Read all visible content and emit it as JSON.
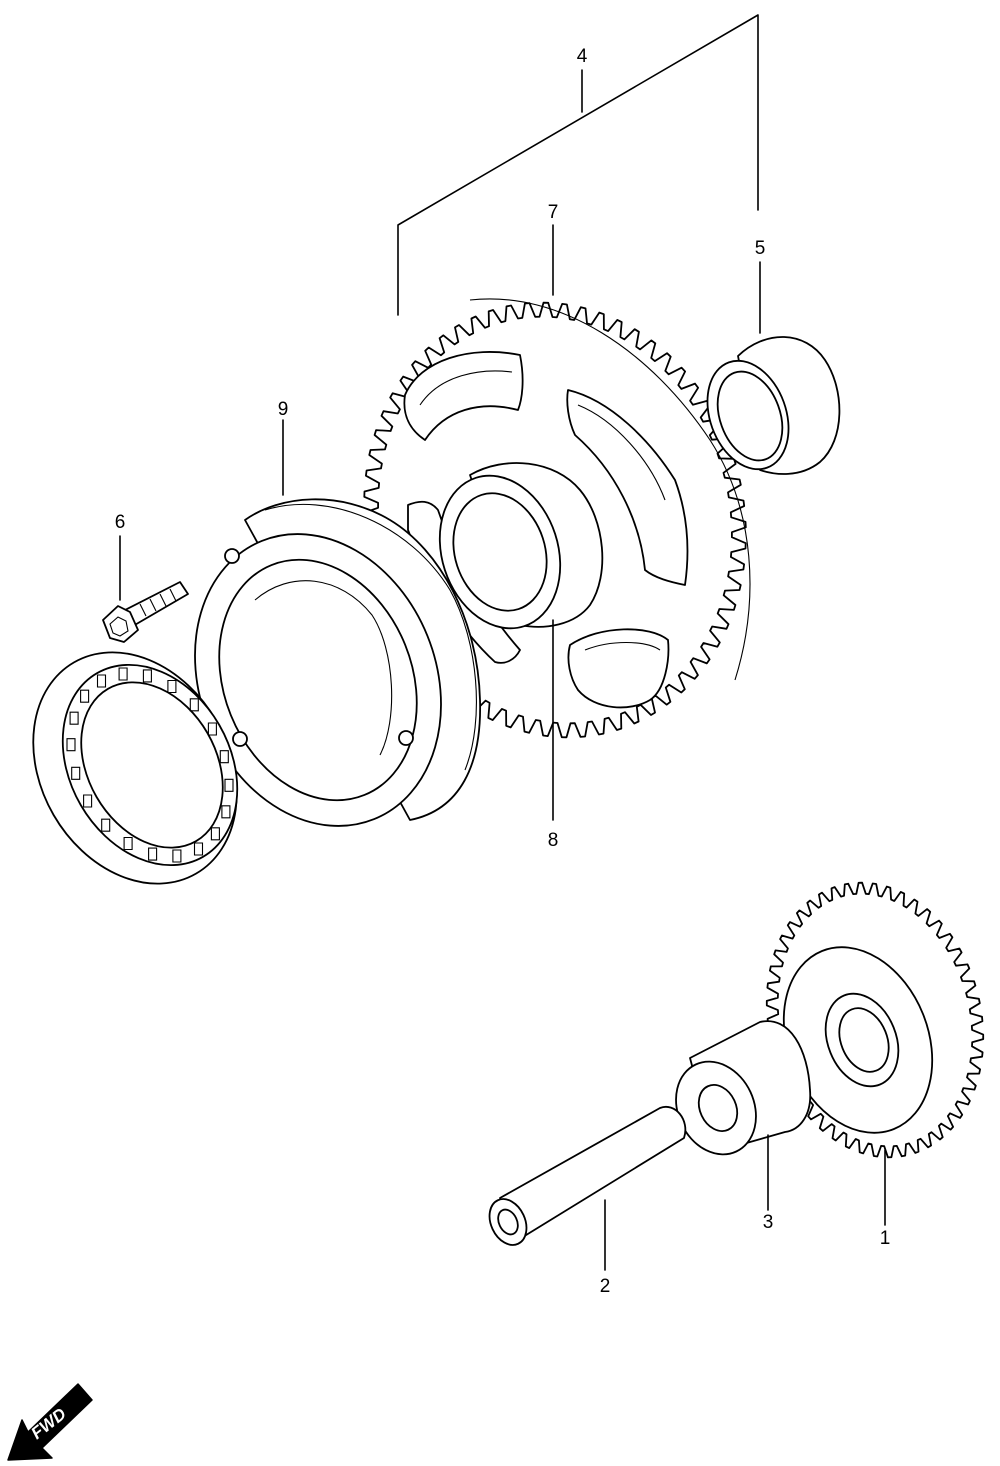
{
  "callouts": {
    "c1": "1",
    "c2": "2",
    "c3": "3",
    "c4": "4",
    "c5": "5",
    "c6": "6",
    "c7": "7",
    "c8": "8",
    "c9": "9"
  },
  "direction_badge": {
    "label": "FWD"
  },
  "colors": {
    "line": "#000000",
    "paper": "#ffffff"
  }
}
